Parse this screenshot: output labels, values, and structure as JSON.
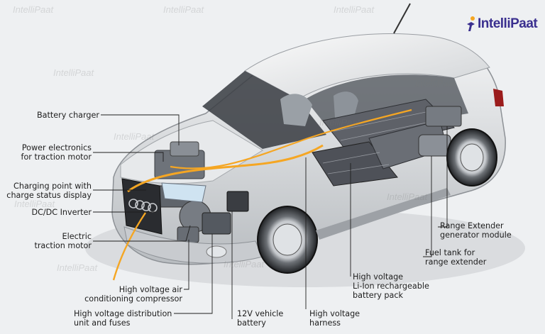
{
  "brand": {
    "logo_text": "IntelliPaat",
    "primary_color": "#3a2f8f",
    "accent_color": "#f5a623"
  },
  "watermark_text": "IntelliPaat",
  "labels": {
    "battery_charger": [
      "Battery charger"
    ],
    "power_electronics": [
      "Power electronics",
      "for traction motor"
    ],
    "charging_point": [
      "Charging point with",
      "charge status display"
    ],
    "dcdc_inverter": [
      "DC/DC Inverter"
    ],
    "traction_motor": [
      "Electric",
      "traction motor"
    ],
    "ac_compressor": [
      "High voltage air",
      "conditioning compressor"
    ],
    "distribution_unit": [
      "High voltage distribution",
      "unit and fuses"
    ],
    "battery_12v": [
      "12V vehicle",
      "battery"
    ],
    "hv_harness": [
      "High voltage",
      "harness"
    ],
    "li_ion_pack": [
      "High voltage",
      "Li-Ion rechargeable",
      "battery pack"
    ],
    "fuel_tank": [
      "Fuel tank for",
      "range extender"
    ],
    "range_extender": [
      "Range Extender",
      "generator module"
    ]
  }
}
